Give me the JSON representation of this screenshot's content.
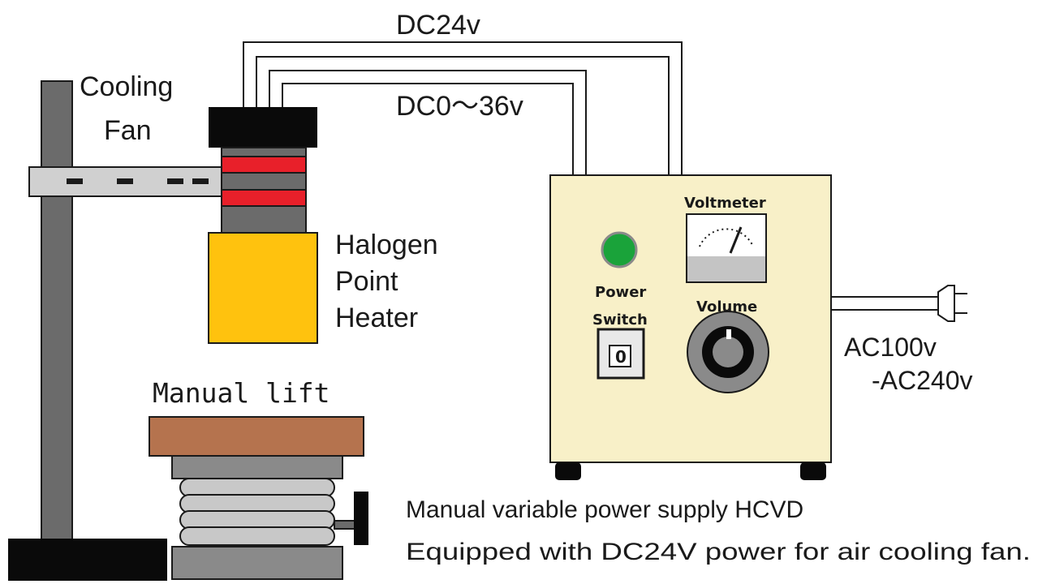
{
  "wires": {
    "dc24_label": "DC24v",
    "dc036_label": "DC0～36v"
  },
  "stand": {
    "fan_label_line1": "Cooling",
    "fan_label_line2": "Fan"
  },
  "heater": {
    "label_line1": "Halogen",
    "label_line2": "Point",
    "label_line3": "Heater"
  },
  "lift": {
    "label": "Manual lift"
  },
  "power_supply": {
    "voltmeter_label": "Voltmeter",
    "power_label": "Power",
    "switch_label": "Switch",
    "volume_label": "Volume",
    "switch_glyph": "0",
    "indicator_color": "#1aa33a",
    "cabinet_color": "#f8f0c8"
  },
  "mains": {
    "label_line1": "AC100v",
    "label_line2": "-AC240v"
  },
  "caption": {
    "line1": "Manual variable power supply HCVD",
    "line2": "Equipped with DC24V power for air cooling fan."
  },
  "colors": {
    "heater_body": "#ffc20e",
    "heater_rings": "#e8202a",
    "lift_top": "#b5734e",
    "stand_pole": "#6b6b6b"
  }
}
